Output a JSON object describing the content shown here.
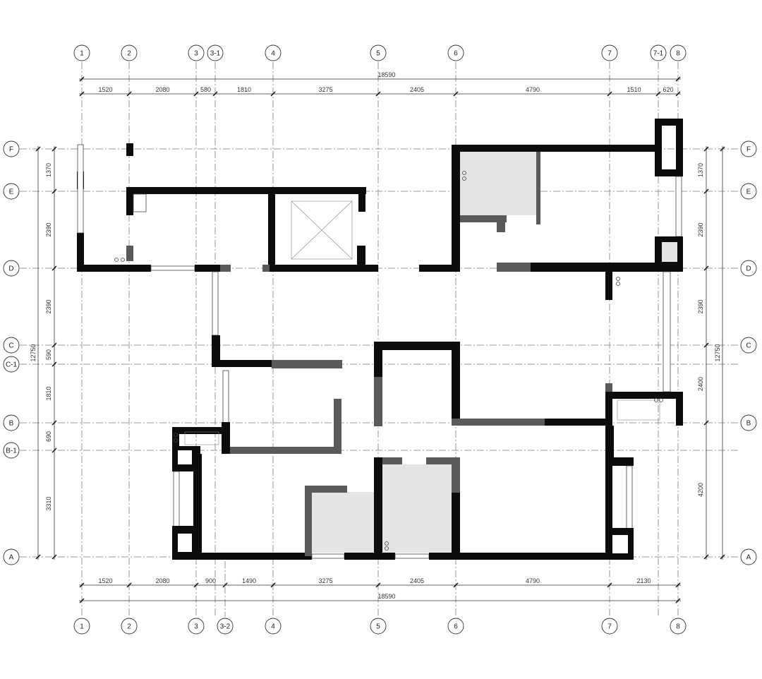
{
  "axes": {
    "vertical": [
      "1",
      "2",
      "3",
      "3-1",
      "4",
      "5",
      "6",
      "7",
      "7-1",
      "8"
    ],
    "vertical_bottom": [
      "1",
      "2",
      "3",
      "3-2",
      "4",
      "5",
      "6",
      "7",
      "8"
    ],
    "horizontal": [
      "F",
      "E",
      "D",
      "C",
      "C-1",
      "B",
      "B-1",
      "A"
    ]
  },
  "dimensions": {
    "top_total": "18590",
    "top_segments": [
      "1520",
      "2080",
      "580",
      "1810",
      "3275",
      "2405",
      "4790",
      "1510",
      "620"
    ],
    "bottom_segments": [
      "1520",
      "2080",
      "900",
      "1490",
      "3275",
      "2405",
      "4790",
      "2130"
    ],
    "bottom_total": "18590",
    "left_segments": [
      "1370",
      "2390",
      "2390",
      "590",
      "1810",
      "690",
      "3310"
    ],
    "left_total": "12750",
    "right_segments": [
      "1370",
      "2390",
      "2390",
      "2400",
      "4200"
    ],
    "right_total": "12750"
  }
}
